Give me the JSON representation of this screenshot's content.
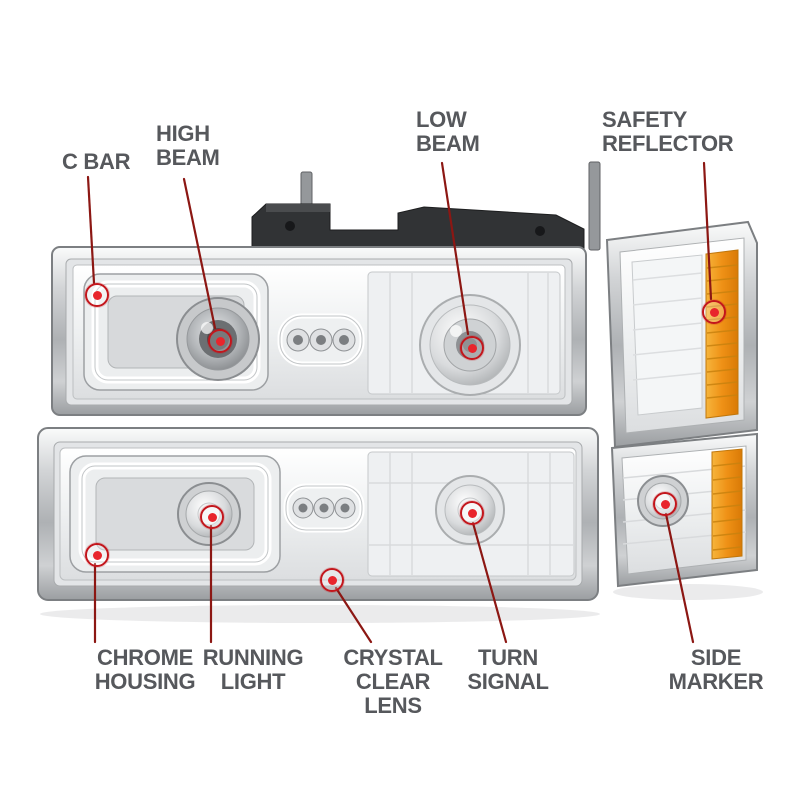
{
  "colors": {
    "accent_red": "#e8252c",
    "callout_line_red": "#8c1713",
    "label_gray": "#56585c",
    "amber_reflector": "#ef9116",
    "chrome_gray": "#aeb1b4",
    "background": "#ffffff"
  },
  "callouts": {
    "c_bar": {
      "label": "C BAR"
    },
    "high_beam": {
      "label": "HIGH\nBEAM"
    },
    "low_beam": {
      "label": "LOW\nBEAM"
    },
    "safety_reflector": {
      "label": "SAFETY\nREFLECTOR"
    },
    "chrome_housing": {
      "label": "CHROME\nHOUSING"
    },
    "running_light": {
      "label": "RUNNING\nLIGHT"
    },
    "crystal_clear_lens": {
      "label": "CRYSTAL\nCLEAR LENS"
    },
    "turn_signal": {
      "label": "TURN\nSIGNAL"
    },
    "side_marker": {
      "label": "SIDE\nMARKER"
    }
  }
}
